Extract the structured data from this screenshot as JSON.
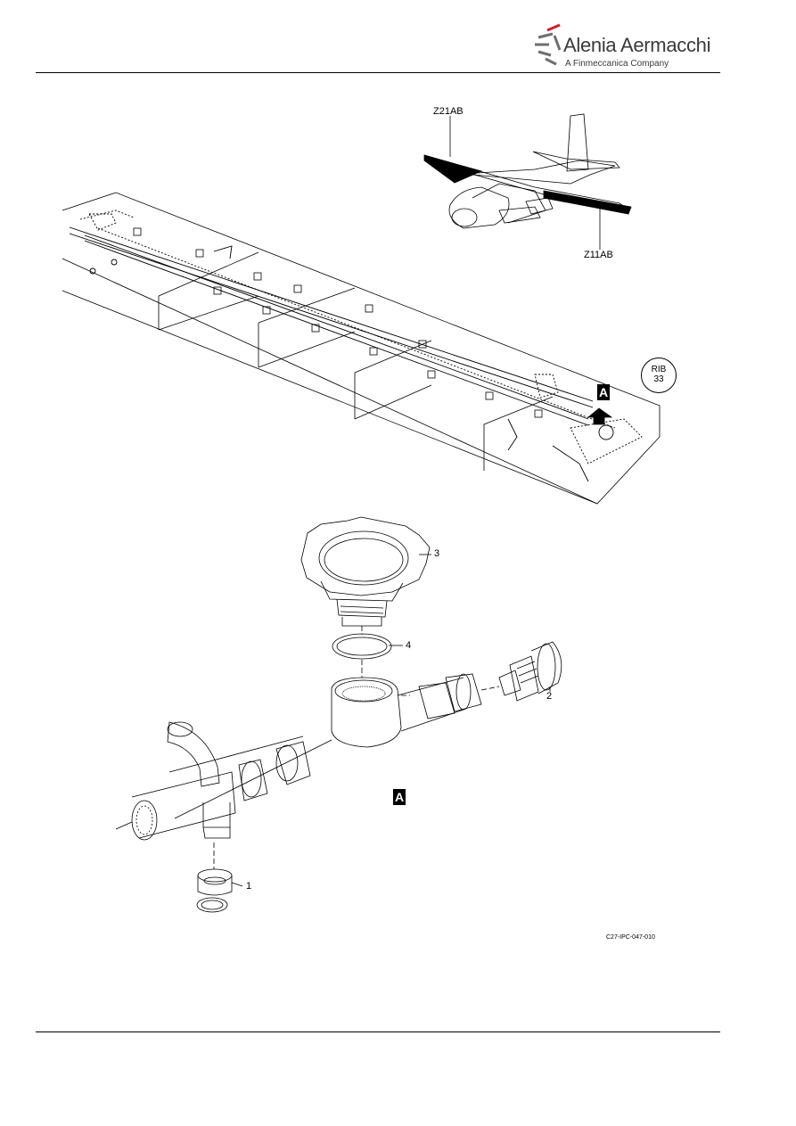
{
  "header": {
    "brand_name": "Alenia Aermacchi",
    "brand_tagline": "A Finmeccanica Company"
  },
  "figure": {
    "zone_left": "Z21AB",
    "zone_right": "Z11AB",
    "rib_label_line1": "RIB",
    "rib_label_line2": "33",
    "view_callout": "A",
    "detail_callout": "A",
    "item_labels": {
      "one": "1",
      "two": "2",
      "three": "3",
      "four": "4"
    },
    "figure_ref": "C27-IPC-047-010"
  },
  "colors": {
    "line": "#000000",
    "brand_red": "#d21f2b",
    "brand_gray": "#6d6e70"
  }
}
